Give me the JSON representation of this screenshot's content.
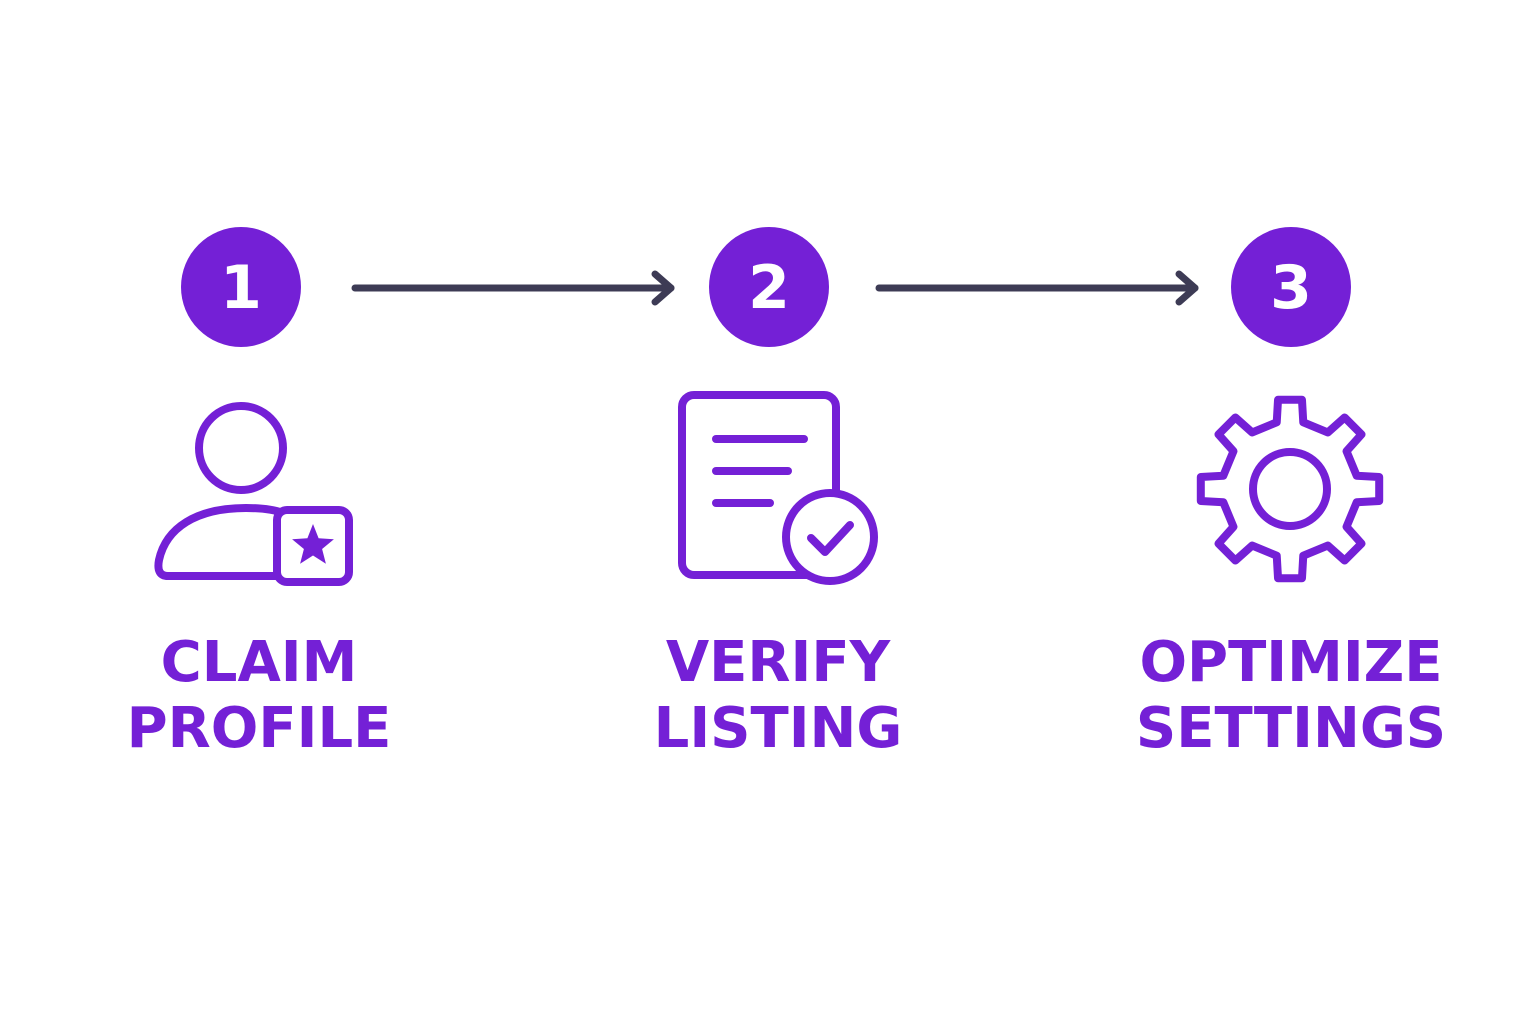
{
  "colors": {
    "accent": "#7420d6",
    "arrow": "#3d3b55",
    "background": "#ffffff"
  },
  "steps": [
    {
      "number": "1",
      "icon": "user-star-icon",
      "label_lines": [
        "CLAIM",
        "PROFILE"
      ]
    },
    {
      "number": "2",
      "icon": "document-check-icon",
      "label_lines": [
        "VERIFY",
        "LISTING"
      ]
    },
    {
      "number": "3",
      "icon": "gear-icon",
      "label_lines": [
        "OPTIMIZE",
        "SETTINGS"
      ]
    }
  ],
  "connectors": [
    {
      "from": "1",
      "to": "2",
      "icon": "arrow-right-icon"
    },
    {
      "from": "2",
      "to": "3",
      "icon": "arrow-right-icon"
    }
  ]
}
